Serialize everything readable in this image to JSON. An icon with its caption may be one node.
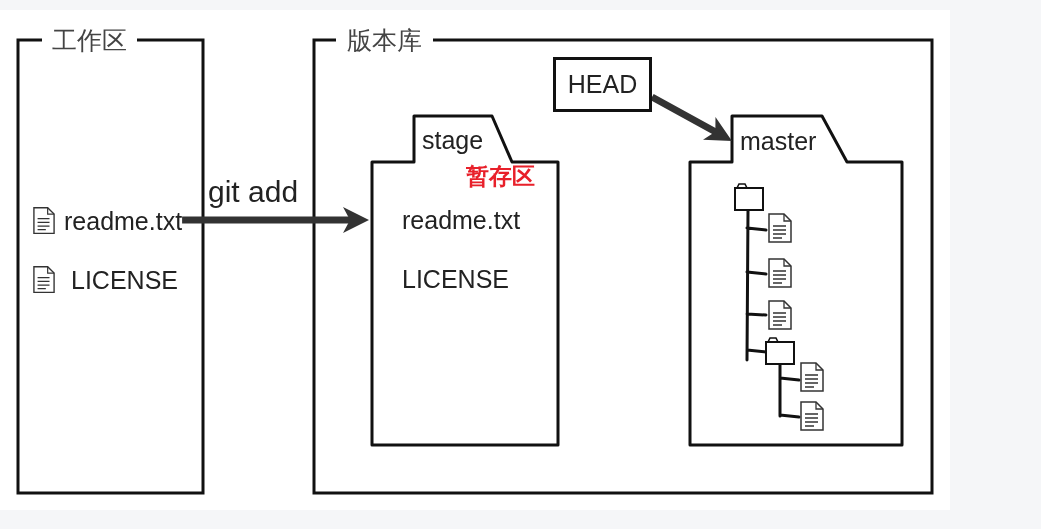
{
  "diagram": {
    "nodes": [
      {
        "text": [
          "工作区"
        ]
      },
      {
        "text": [
          "readme.txt"
        ],
        "in": 0
      },
      {
        "text": [
          "LICENSE"
        ],
        "in": 0
      },
      {
        "text": [
          "版本库"
        ]
      },
      {
        "text": [
          "HEAD"
        ],
        "in": 3
      },
      {
        "text": [
          "stage",
          "暂存区",
          "readme.txt",
          "LICENSE"
        ],
        "in": 3
      },
      {
        "text": [
          "master"
        ],
        "in": 3
      }
    ],
    "edges": [
      {
        "from": 1,
        "to": 5,
        "arrow": "to",
        "label": "git add"
      },
      {
        "from": 4,
        "to": 6,
        "arrow": "to"
      }
    ]
  }
}
